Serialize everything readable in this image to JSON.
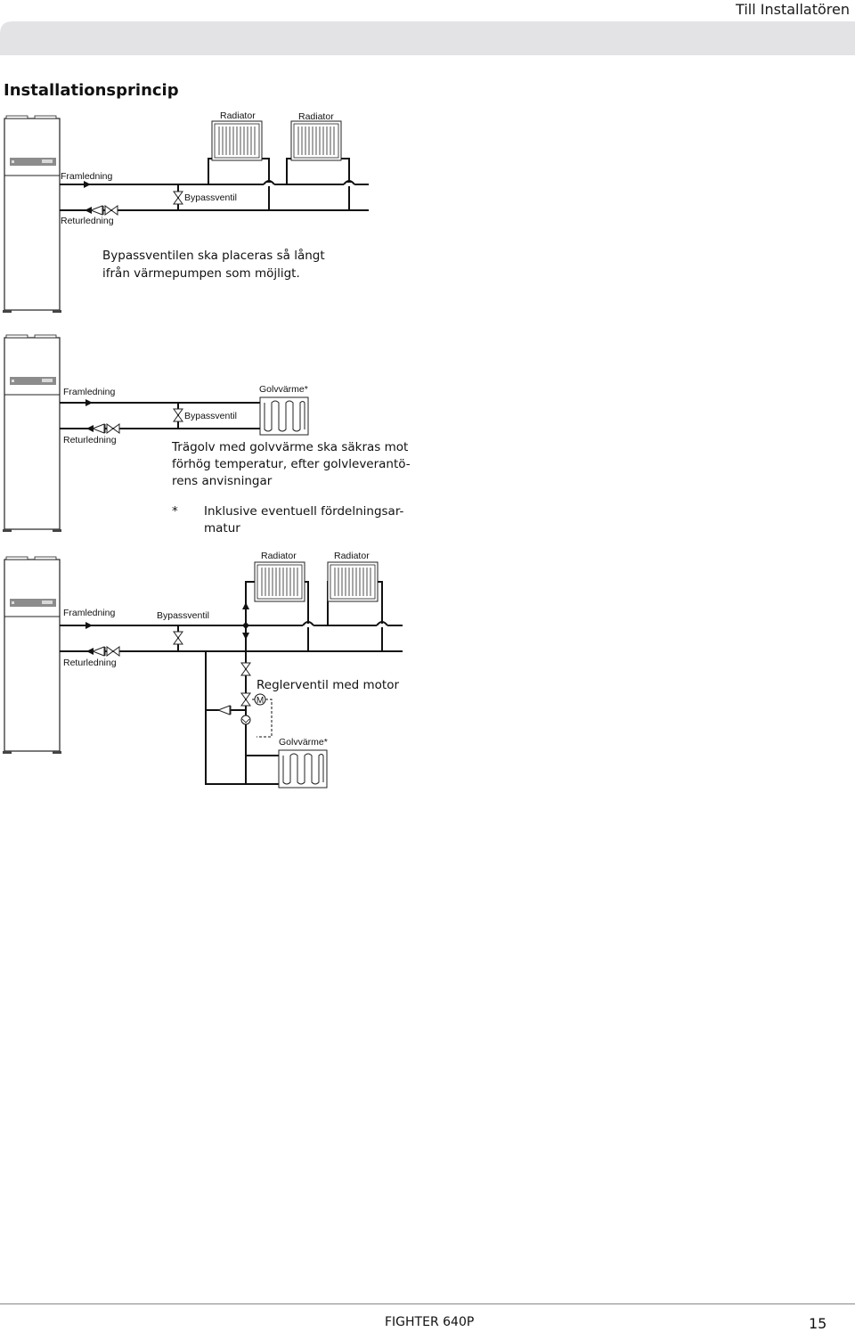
{
  "header": {
    "title": "Till Installatören"
  },
  "section": {
    "title": "Installationsprincip"
  },
  "diagram1": {
    "radiator_a": "Radiator",
    "radiator_b": "Radiator",
    "supply": "Framledning",
    "bypass": "Bypassventil",
    "return": "Returledning",
    "note_line1": "Bypassventilen ska placeras så långt",
    "note_line2": "ifrån värmepumpen som möjligt."
  },
  "diagram2": {
    "supply": "Framledning",
    "floor_heating": "Golvvärme*",
    "bypass": "Bypassventil",
    "return": "Returledning",
    "note_line1": "Trägolv med golvvärme ska säkras mot",
    "note_line2": "förhög temperatur, efter golvleverantö-",
    "note_line3": "rens anvisningar",
    "footnote_mark": "*",
    "footnote_line1": "Inklusive eventuell fördelningsar-",
    "footnote_line2": "matur"
  },
  "diagram3": {
    "radiator_a": "Radiator",
    "radiator_b": "Radiator",
    "supply": "Framledning",
    "bypass": "Bypassventil",
    "return": "Returledning",
    "control_valve": "Reglerventil med motor",
    "motor_symbol": "M",
    "floor_heating": "Golvvärme*"
  },
  "footer": {
    "model": "FIGHTER 640P",
    "page": "15"
  }
}
